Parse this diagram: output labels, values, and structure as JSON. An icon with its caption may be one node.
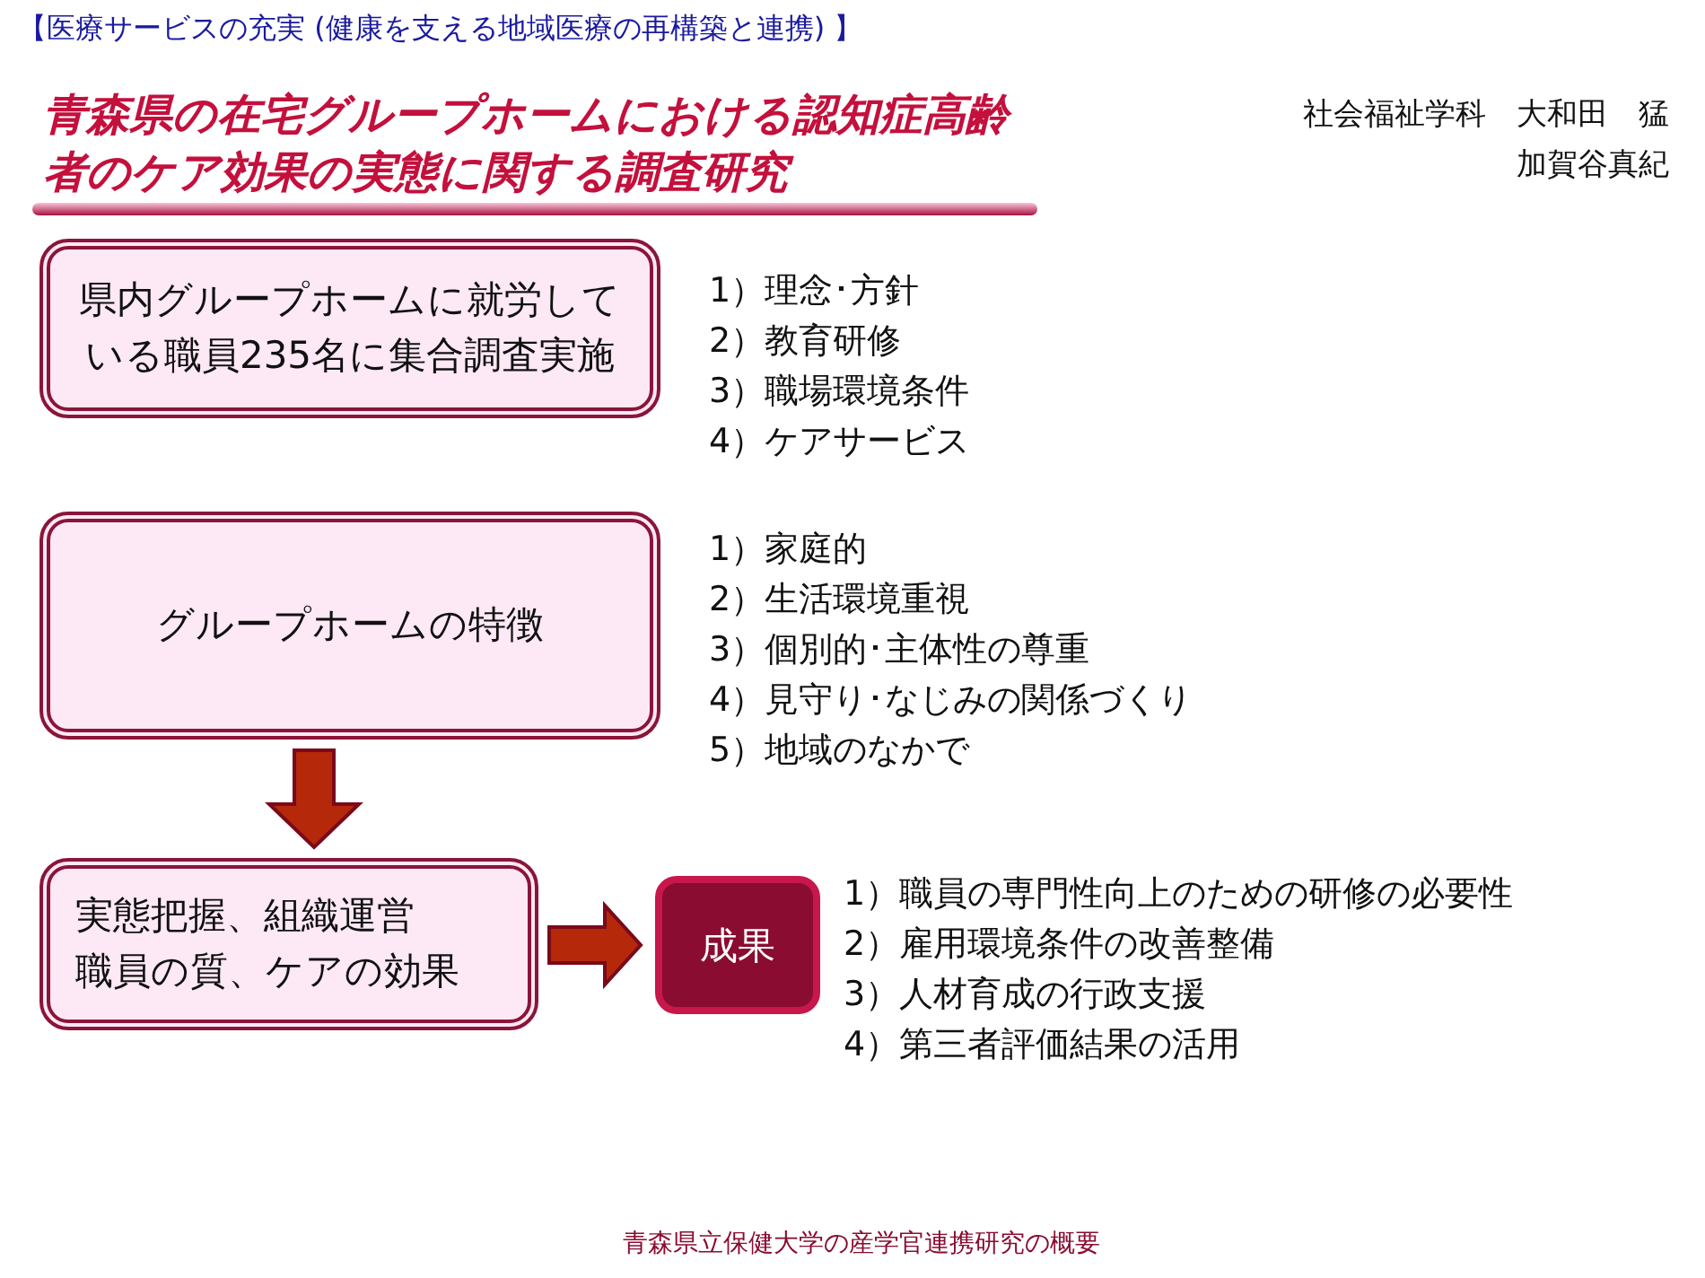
{
  "diagram": {
    "title": "青森県の在宅グループホームにおける認知症高齢者のケア効果の実態に関する調査研究",
    "nodes": [
      {
        "text": [
          "県内グループホームに就労している職員235名に集合調査実施"
        ],
        "beside": [
          "1）理念･方針",
          "2）教育研修",
          "3）職場環境条件",
          "4）ケアサービス"
        ]
      },
      {
        "text": [
          "グループホームの特徴"
        ],
        "beside": [
          "1）家庭的",
          "2）生活環境重視",
          "3）個別的･主体性の尊重",
          "4）見守り･なじみの関係づくり",
          "5）地域のなかで"
        ]
      },
      {
        "text": [
          "実態把握、組織運営",
          "職員の質、ケアの効果"
        ]
      },
      {
        "text": [
          "成果"
        ],
        "beside": [
          "1）職員の専門性向上のための研修の必要性",
          "2）雇用環境条件の改善整備",
          "3）人材育成の行政支援",
          "4）第三者評価結果の活用"
        ]
      }
    ],
    "edges": [
      {
        "from": 1,
        "to": 2,
        "arrow": "to"
      },
      {
        "from": 2,
        "to": 3,
        "arrow": "to"
      }
    ],
    "labels": [
      "【医療サービスの充実 (健康を支える地域医療の再構築と連携) 】",
      "社会福祉学科　大和田　猛",
      "加賀谷真紀",
      "青森県立保健大学の産学官連携研究の概要"
    ]
  }
}
